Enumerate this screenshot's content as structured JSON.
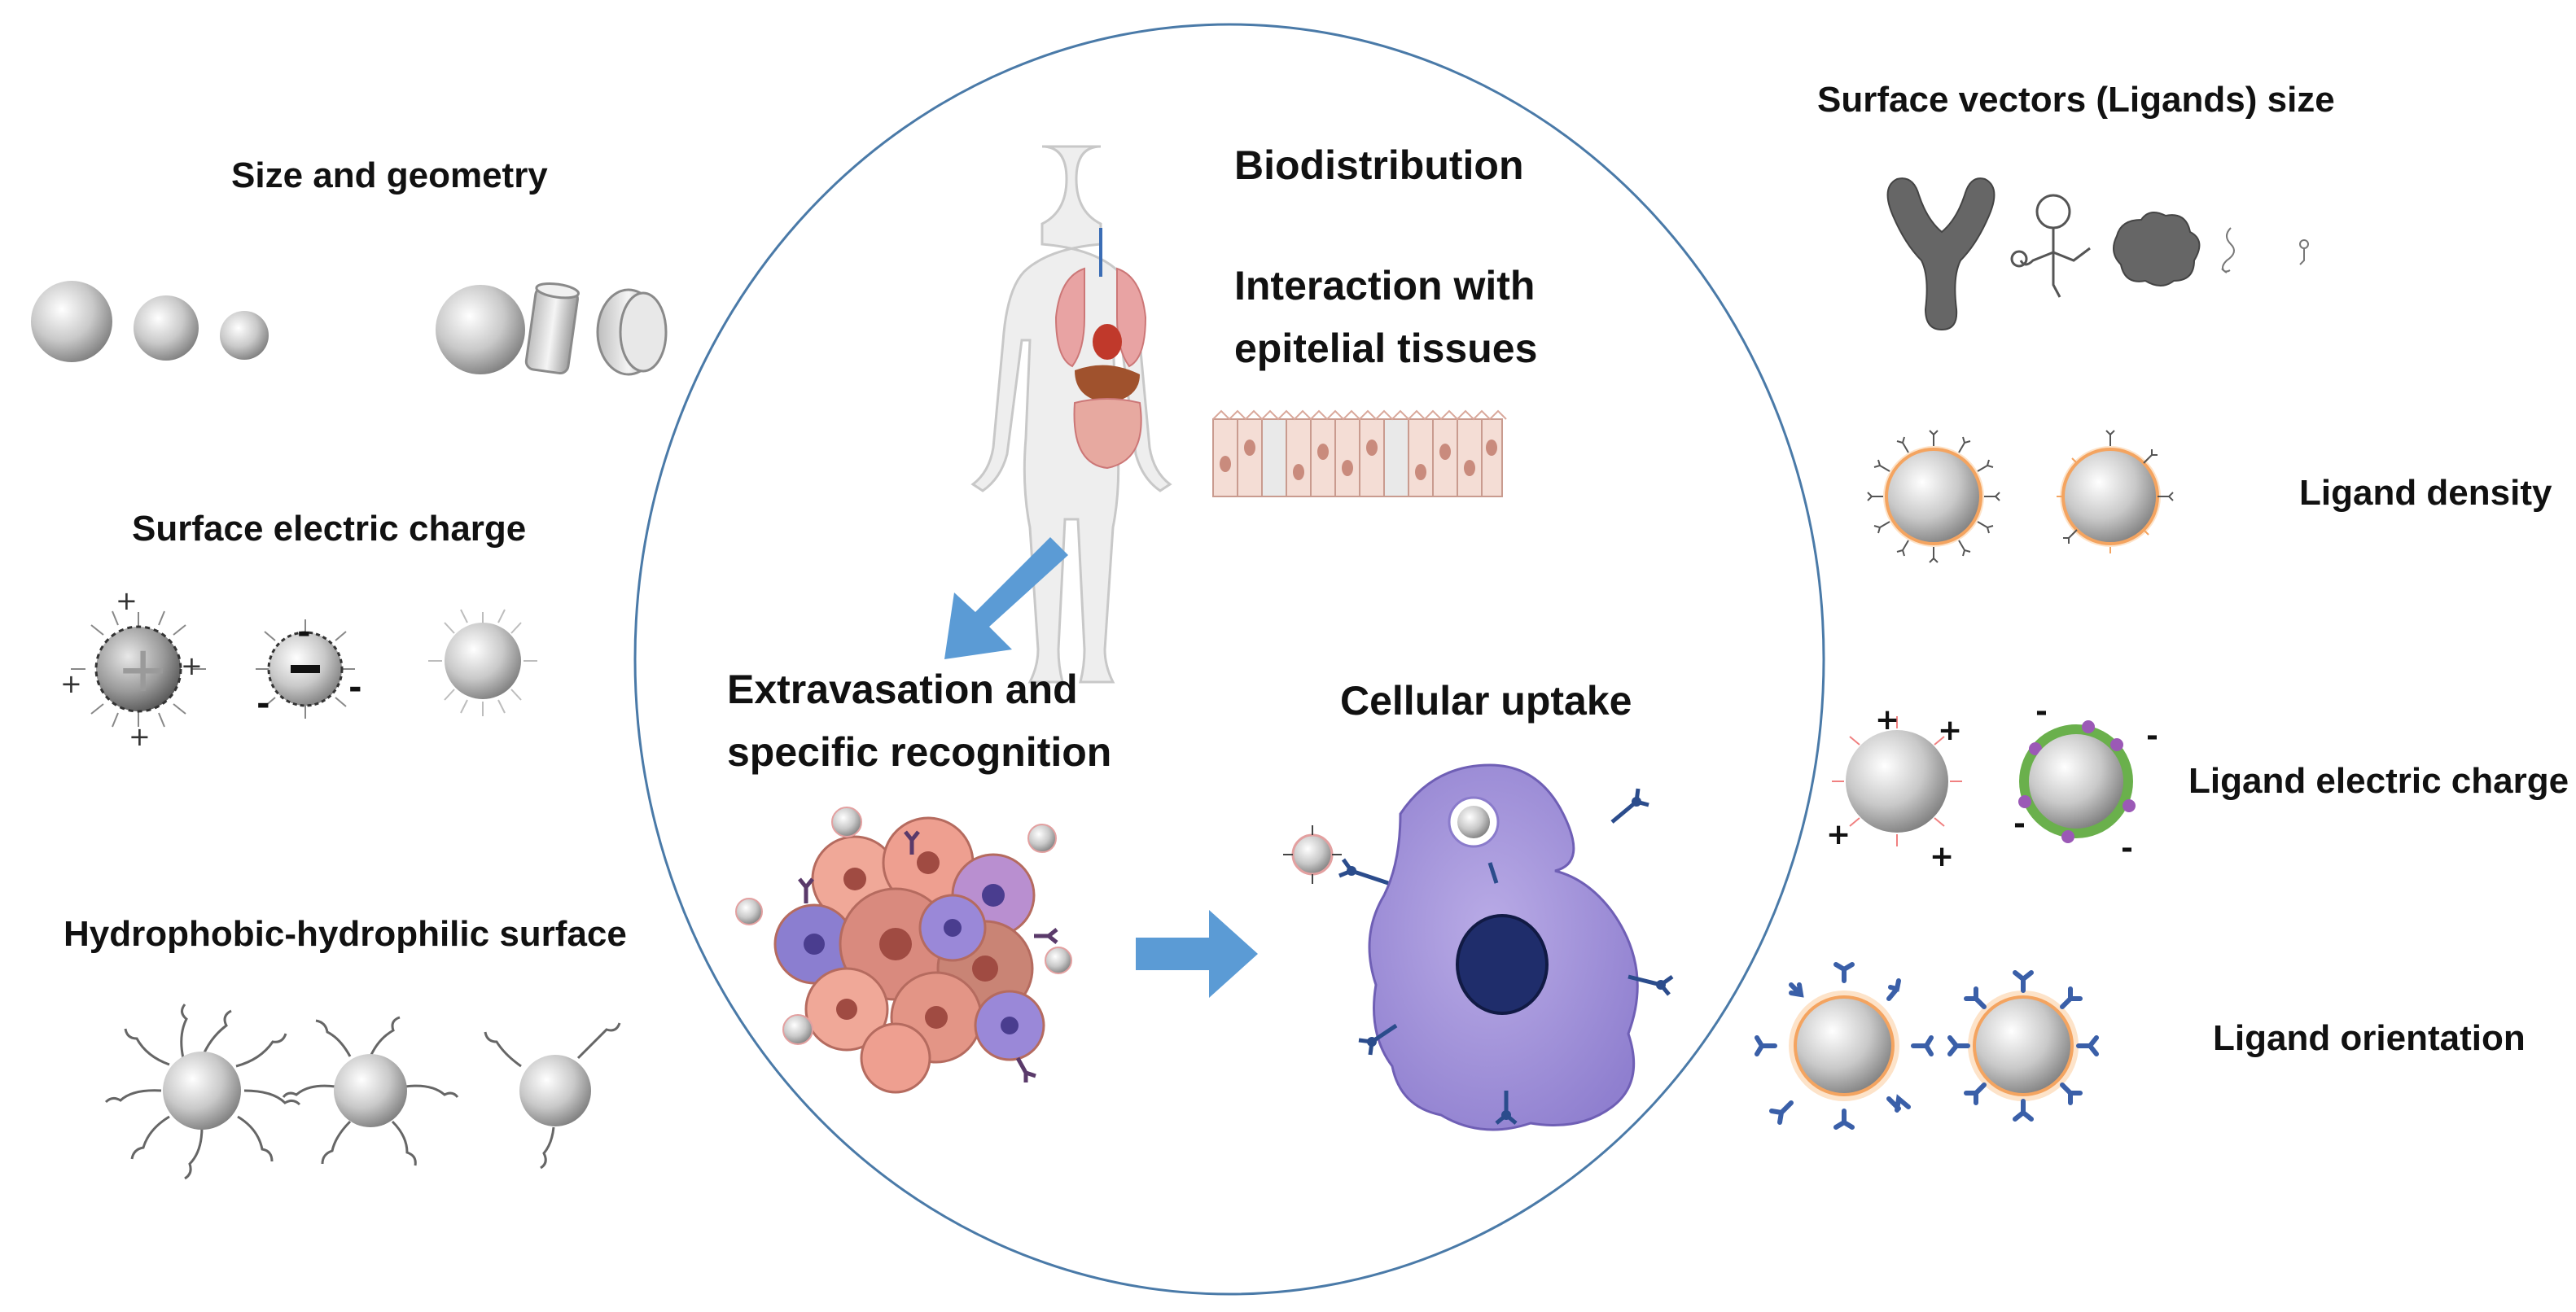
{
  "left_panel": {
    "size_geometry": "Size and geometry",
    "surface_charge": "Surface electric charge",
    "hydro_surface": "Hydrophobic-hydrophilic surface"
  },
  "center_panel": {
    "biodistribution": "Biodistribution",
    "interaction_line1": "Interaction with",
    "interaction_line2": "epitelial tissues",
    "extravasation_line1": "Extravasation and",
    "extravasation_line2": "specific recognition",
    "uptake": "Cellular uptake"
  },
  "right_panel": {
    "ligand_size": "Surface vectors (Ligands) size",
    "ligand_density": "Ligand density",
    "ligand_charge": "Ligand electric charge",
    "ligand_orientation": "Ligand orientation"
  },
  "charge_symbols": {
    "plus": "+",
    "minus": "-"
  },
  "colors": {
    "arrow": "#5b9bd5",
    "cell_body": "#a99ad8",
    "nucleus": "#1f2d6b",
    "receptor": "#2b4c8c",
    "corona": "#f4a460",
    "circle_outline": "#4a7aa8"
  }
}
